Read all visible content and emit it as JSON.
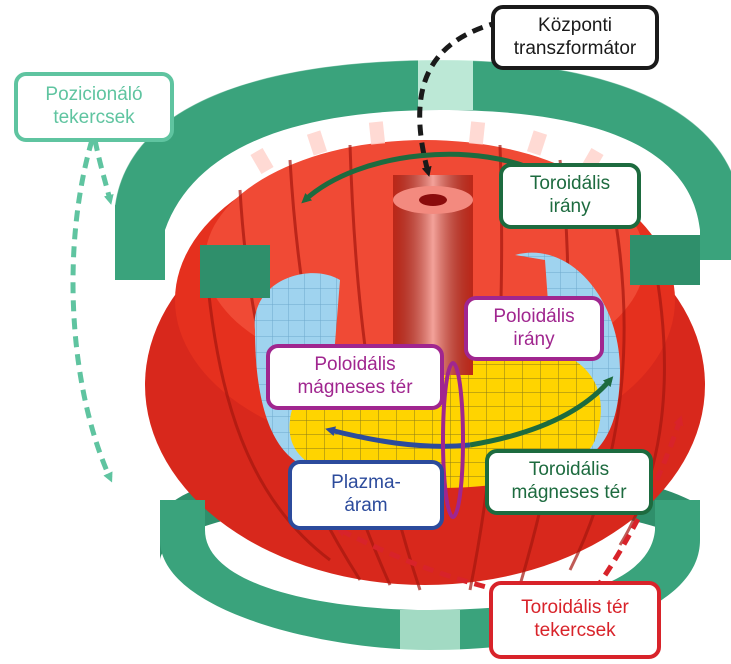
{
  "labels": {
    "central_transformer": {
      "line1": "Központi",
      "line2": "transzformátor",
      "color": "#1a1a1a"
    },
    "positioning_coils": {
      "line1": "Pozicionáló",
      "line2": "tekercsek",
      "color": "#5fc4a0"
    },
    "toroidal_direction": {
      "line1": "Toroidális",
      "line2": "irány",
      "color": "#1d6b3f"
    },
    "poloidal_direction": {
      "line1": "Poloidális",
      "line2": "irány",
      "color": "#a0268f"
    },
    "poloidal_field": {
      "line1": "Poloidális",
      "line2": "mágneses tér",
      "color": "#a0268f"
    },
    "plasma_current": {
      "line1": "Plazma-",
      "line2": "áram",
      "color": "#2c4b9c"
    },
    "toroidal_field": {
      "line1": "Toroidális",
      "line2": "mágneses tér",
      "color": "#1d6b3f"
    },
    "toroidal_field_coils": {
      "line1": "Toroidális tér",
      "line2": "tekercsek",
      "color": "#d8232a"
    }
  },
  "colors": {
    "coil_red": "#e5301e",
    "coil_green": "#3aa37c",
    "vessel_blue": "#9fd3ef",
    "plasma_yellow": "#ffd400"
  }
}
